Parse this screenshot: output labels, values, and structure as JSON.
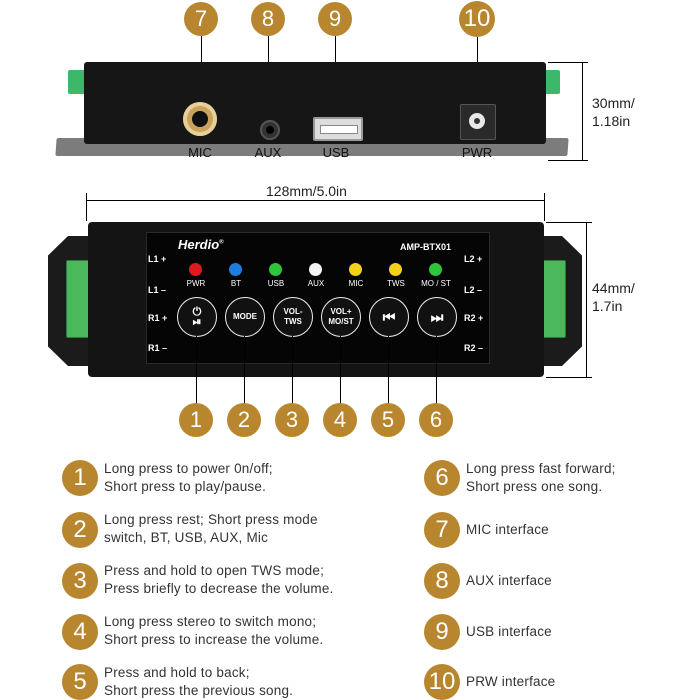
{
  "top_callouts": [
    {
      "num": "7",
      "port": "MIC"
    },
    {
      "num": "8",
      "port": "AUX"
    },
    {
      "num": "9",
      "port": "USB"
    },
    {
      "num": "10",
      "port": "PWR"
    }
  ],
  "dimensions": {
    "width_label": "128mm/5.0in",
    "top_height_line1": "30mm/",
    "top_height_line2": "1.18in",
    "front_height_line1": "44mm/",
    "front_height_line2": "1.7in"
  },
  "panel": {
    "brand": "Herdio",
    "brand_mark": "®",
    "model": "AMP-BTX01",
    "leds": [
      {
        "label": "PWR",
        "color": "#e0191c"
      },
      {
        "label": "BT",
        "color": "#1e7de0"
      },
      {
        "label": "USB",
        "color": "#2fc53a"
      },
      {
        "label": "AUX",
        "color": "#f4f4f4"
      },
      {
        "label": "MIC",
        "color": "#f3d11a"
      },
      {
        "label": "TWS",
        "color": "#f3d11a"
      },
      {
        "label": "MO / ST",
        "color": "#2fc53a"
      }
    ],
    "buttons": [
      {
        "line1": "⏻",
        "line2": "⏯"
      },
      {
        "line1": "MODE",
        "line2": ""
      },
      {
        "line1": "VOL-",
        "line2": "TWS"
      },
      {
        "line1": "VOL+",
        "line2": "MO/ST"
      },
      {
        "line1": "⏮",
        "line2": ""
      },
      {
        "line1": "⏭",
        "line2": ""
      }
    ],
    "left_channels": [
      "L1 +",
      "L1 –",
      "R1 +",
      "R1 –"
    ],
    "right_channels": [
      "L2 +",
      "L2 –",
      "R2 +",
      "R2 –"
    ]
  },
  "bottom_callouts": [
    "1",
    "2",
    "3",
    "4",
    "5",
    "6"
  ],
  "descriptions_left": [
    {
      "num": "1",
      "line1": "Long press to power 0n/off;",
      "line2": "Short press to play/pause."
    },
    {
      "num": "2",
      "line1": "Long press rest; Short press mode",
      "line2": "switch, BT, USB, AUX, Mic"
    },
    {
      "num": "3",
      "line1": "Press and hold to open TWS mode;",
      "line2": "Press briefly to decrease the volume."
    },
    {
      "num": "4",
      "line1": "Long press stereo to switch mono;",
      "line2": "Short press to increase the volume."
    },
    {
      "num": "5",
      "line1": "Press and hold to back;",
      "line2": "Short press the previous song."
    }
  ],
  "descriptions_right": [
    {
      "num": "6",
      "line1": "Long press fast forward;",
      "line2": "Short press one song."
    },
    {
      "num": "7",
      "line1": "MIC interface",
      "line2": ""
    },
    {
      "num": "8",
      "line1": "AUX interface",
      "line2": ""
    },
    {
      "num": "9",
      "line1": "USB interface",
      "line2": ""
    },
    {
      "num": "10",
      "line1": "PRW interface",
      "line2": ""
    }
  ]
}
